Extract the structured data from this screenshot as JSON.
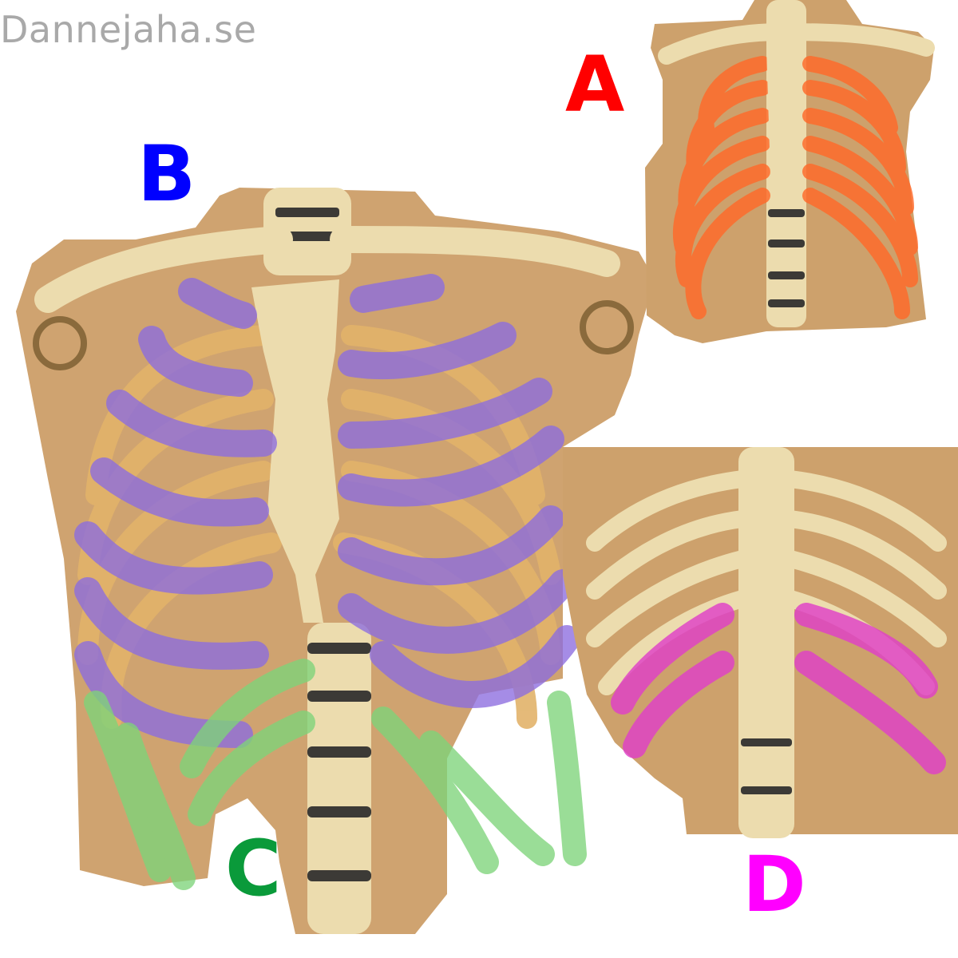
{
  "watermark": "Dannejaha.se",
  "panels": [
    {
      "letter": "A",
      "color": "#ff0000",
      "highlight": "#ff6a2a"
    },
    {
      "letter": "B",
      "color": "#0000ff",
      "highlight": "#8c6de0"
    },
    {
      "letter": "C",
      "color": "#0a9a3a",
      "highlight": "#7ed47a"
    },
    {
      "letter": "D",
      "color": "#ff00ff",
      "highlight": "#e040c8"
    }
  ],
  "colors": {
    "bone": "#f0dfae",
    "wall": "#cda16c",
    "vertebra_disc": "#3c3a36"
  }
}
